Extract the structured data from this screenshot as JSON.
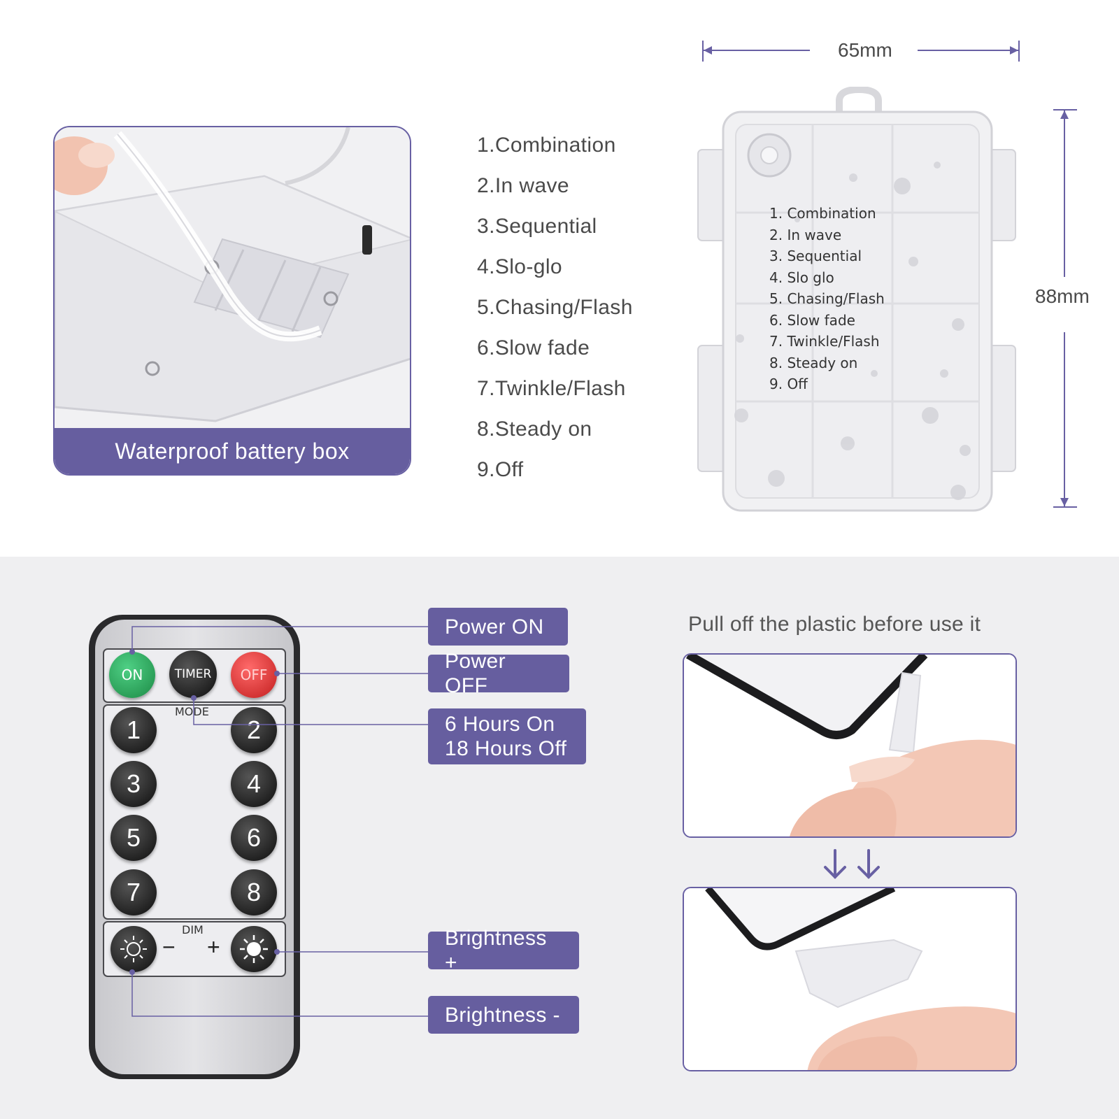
{
  "battery_box": {
    "caption": "Waterproof battery box"
  },
  "modes": [
    "1.Combination",
    "2.In wave",
    "3.Sequential",
    "4.Slo-glo",
    "5.Chasing/Flash",
    "6.Slow fade",
    "7.Twinkle/Flash",
    "8.Steady on",
    "9.Off"
  ],
  "box_modes": [
    "1. Combination",
    "2. In wave",
    "3. Sequential",
    "4. Slo glo",
    "5. Chasing/Flash",
    "6. Slow fade",
    "7. Twinkle/Flash",
    "8. Steady on",
    "9. Off"
  ],
  "dimensions": {
    "width": "65mm",
    "height": "88mm"
  },
  "remote": {
    "keys": {
      "on": "ON",
      "timer": "TIMER",
      "off": "OFF",
      "mode": "MODE",
      "dim": "DIM",
      "minus": "−",
      "plus": "+",
      "numbers": [
        "1",
        "2",
        "3",
        "4",
        "5",
        "6",
        "7",
        "8"
      ]
    }
  },
  "labels": {
    "power_on": "Power ON",
    "power_off": "Power OFF",
    "timer_line1": "6 Hours On",
    "timer_line2": "18 Hours Off",
    "brightness_plus": "Brightness +",
    "brightness_minus": "Brightness -"
  },
  "pull_off": {
    "title": "Pull off the plastic before use it"
  },
  "colors": {
    "accent": "#665e9f",
    "on_key": "#2aa55a",
    "off_key": "#d93a3a",
    "background_bottom": "#efeff1"
  }
}
